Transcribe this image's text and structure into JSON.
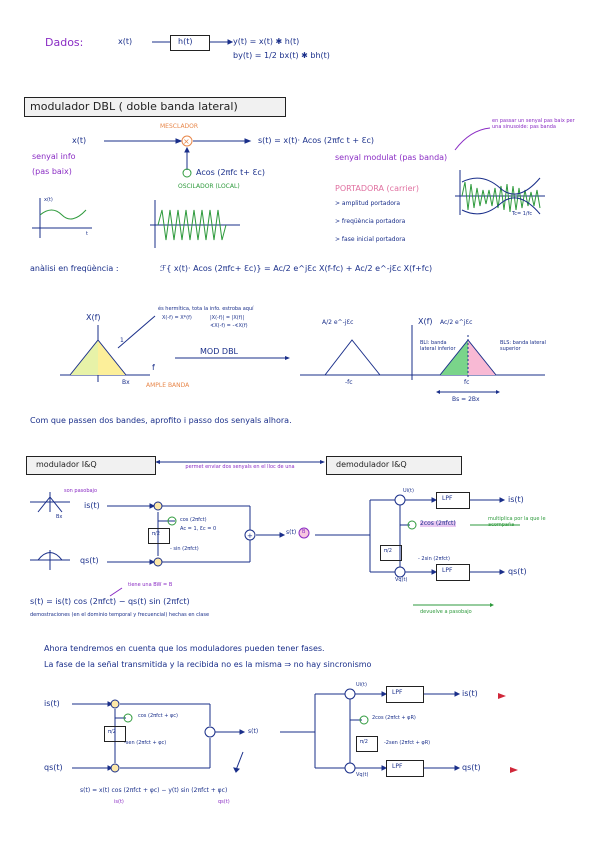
{
  "header": {
    "dados_label": "Dados:",
    "xt": "x(t)",
    "ht": "h(t)",
    "yt_eq": "y(t) = x(t) ✱ h(t)",
    "by_eq": "by(t) =  1/2 bx(t) ✱ bh(t)"
  },
  "dbl": {
    "title": "modulador DBL ( doble banda lateral)",
    "mesclador": "MESCLADOR",
    "xt": "x(t)",
    "senyal_info": "senyal info",
    "pas_baix": "(pas baix)",
    "st_eq": "s(t) = x(t)· Acos (2πfc t + Ɛc)",
    "senyal_modulat": "senyal modulat (pas banda)",
    "note_pas_banda": "en passar un senyal pas baix per una sinusoide: pas banda",
    "acos": "Acos (2πfc t+ Ɛc)",
    "oscilador": "OSCILADOR (LOCAL)",
    "portadora": "PORTADORA (carrier)",
    "bullets": [
      "> amplitud portadora",
      "> freqüència portadora",
      "> fase inicial portadora"
    ],
    "plot_label_xt": "x(t)",
    "plot_t": "t",
    "tc": "Tc= 1/fc"
  },
  "freq": {
    "analisi": "anàlisi en freqüència :",
    "equation": "ℱ{ x(t)· Acos (2πfc+ Ɛc)} = Ac/2 e^jƐc X(f-fc) + Ac/2 e^-jƐc X(f+fc)",
    "xf": "X(f)",
    "hermitica": "és hermítica, tota la info. estroba aquí",
    "herm_eq1": "X(-f) = X*(f)",
    "herm_eq2": "|X(-f)| = |X(f)|",
    "herm_eq3": "∢X(-f) = -∢X(f)",
    "one": "1",
    "bx": "Bx",
    "f": "f",
    "ample_banda": "AMPLE BANDA",
    "mod_dbl": "MOD DBL",
    "left_amp": "A/2 e^-jƐc",
    "right_amp": "Ac/2 e^jƐc",
    "xf2": "X(f)",
    "minus_fc": "-fc",
    "fc": "fc",
    "bli": "BLI: banda lateral inferior",
    "bls": "BLS: banda lateral superior",
    "bs": "Bs = 2Bx",
    "conclusion": "Com que passen dos bandes, aprofito i passo dos senyals alhora."
  },
  "iq": {
    "title_mod": "modulador I&Q",
    "title_demod": "demodulador I&Q",
    "note_two": "permet enviar dos senyals en el lloc de una",
    "pasobajo": "son pasobajo",
    "bx": "Bx",
    "it": "is(t)",
    "qt": "qs(t)",
    "cos_label": "cos (2πfct)",
    "ac_note": "Ac = 1, Ɛc = 0",
    "pi2": "π/2",
    "minus_sin": "- sin (2πfct)",
    "st": "s(t)",
    "b_lbl": "B",
    "ui": "Ui(t)",
    "uq": "Vq(t)",
    "lpf": "LPF",
    "two_cos": "2cos (2πfct)",
    "multiplica": "multiplica por la que le acompaña",
    "minus_2sin": "- 2sin (2πfct)",
    "bw_note": "tiene una BW = B",
    "st_eq": "s(t) = is(t) cos (2πfct) − qs(t) sin (2πfct)",
    "demo_note": "demostraciones (en el dominio temporal y frecuencial) hechas en clase",
    "devuelve": "devuelve a pasobajo",
    "is_out": "is(t)",
    "qs_out": "qs(t)"
  },
  "phase": {
    "line1": "Ahora tendremos en cuenta que los moduladores pueden tener fases.",
    "line2": "La fase de la señal transmitida y la recibida no es la misma ⇒ no hay sincronismo",
    "it": "is(t)",
    "qt": "qs(t)",
    "cos_phi": "cos (2πfct + φc)",
    "sin_phi": "-sen (2πfct + φc)",
    "pi2": "π/2",
    "st": "s(t)",
    "ui": "Ui(t)",
    "uq": "Vq(t)",
    "two_cos_phi": "2cos (2πfct + φR)",
    "two_sin_phi": "-2sen (2πfct + φR)",
    "lpf": "LPF",
    "is_out": "is(t)",
    "qs_out": "qs(t)",
    "st_eq": "s(t) = x(t) cos (2πfct + φc) − y(t) sin (2πfct + φc)",
    "is_under": "is(t)",
    "qs_under": "qs(t)"
  }
}
